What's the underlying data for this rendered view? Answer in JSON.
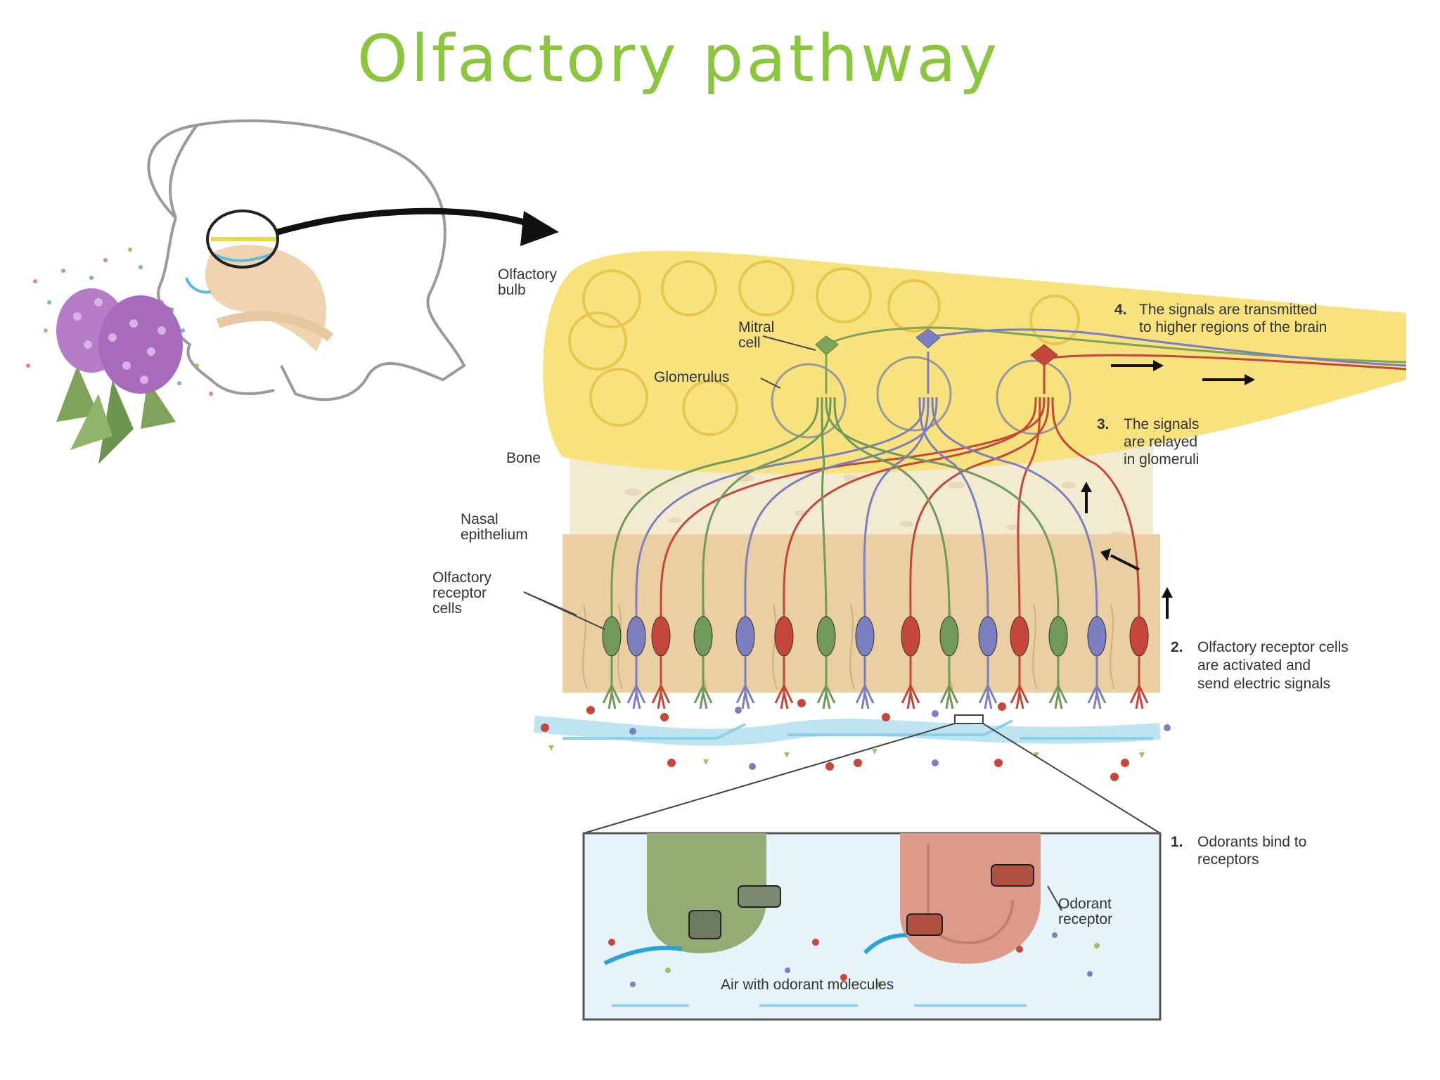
{
  "title": "Olfactory pathway",
  "colors": {
    "title": "#8cc63f",
    "bulb": "#f7e27e",
    "bone": "#f3ead2",
    "epithelium": "#e9cfa2",
    "mucus": "#d8f0f8",
    "cell_red": "#c5463b",
    "cell_green": "#6f9a5a",
    "cell_blue": "#7c7fbf",
    "flower": "#b77cc8",
    "leaf": "#7ea35a"
  },
  "labels": {
    "olfactory_bulb": [
      "Olfactory",
      "bulb"
    ],
    "mitral_cell": [
      "Mitral",
      "cell"
    ],
    "glomerulus": "Glomerulus",
    "bone": "Bone",
    "nasal_epithelium": [
      "Nasal",
      "epithelium"
    ],
    "olfactory_receptor_cells": [
      "Olfactory",
      "receptor",
      "cells"
    ],
    "odorant_receptor": [
      "Odorant",
      "receptor"
    ],
    "air": "Air with odorant molecules"
  },
  "steps": [
    {
      "num": "4.",
      "lines": [
        "The signals are transmitted",
        "to higher regions of the brain"
      ]
    },
    {
      "num": "3.",
      "lines": [
        "The signals",
        "are relayed",
        "in glomeruli"
      ]
    },
    {
      "num": "2.",
      "lines": [
        "Olfactory receptor cells",
        "are activated and",
        "send electric signals"
      ]
    },
    {
      "num": "1.",
      "lines": [
        "Odorants bind to",
        "receptors"
      ]
    }
  ]
}
